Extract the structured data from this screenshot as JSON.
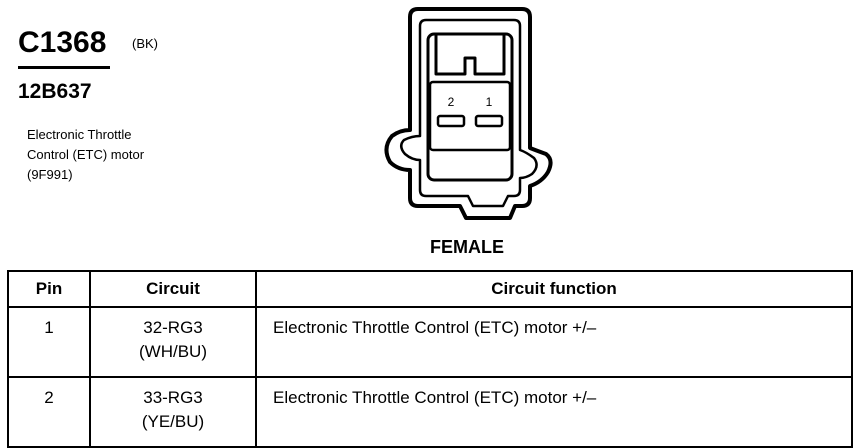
{
  "connector": {
    "id": "C1368",
    "color": "(BK)",
    "part_number": "12B637",
    "description_lines": [
      "Electronic Throttle",
      "Control (ETC) motor",
      "(9F991)"
    ],
    "gender": "FEMALE",
    "pin_labels": [
      "2",
      "1"
    ]
  },
  "table": {
    "headers": {
      "pin": "Pin",
      "circuit": "Circuit",
      "function": "Circuit function"
    },
    "rows": [
      {
        "pin": "1",
        "circuit": "32-RG3",
        "wire_color": "(WH/BU)",
        "function": "Electronic Throttle Control (ETC) motor  +/–"
      },
      {
        "pin": "2",
        "circuit": "33-RG3",
        "wire_color": "(YE/BU)",
        "function": "Electronic Throttle Control (ETC) motor  +/–"
      }
    ]
  }
}
